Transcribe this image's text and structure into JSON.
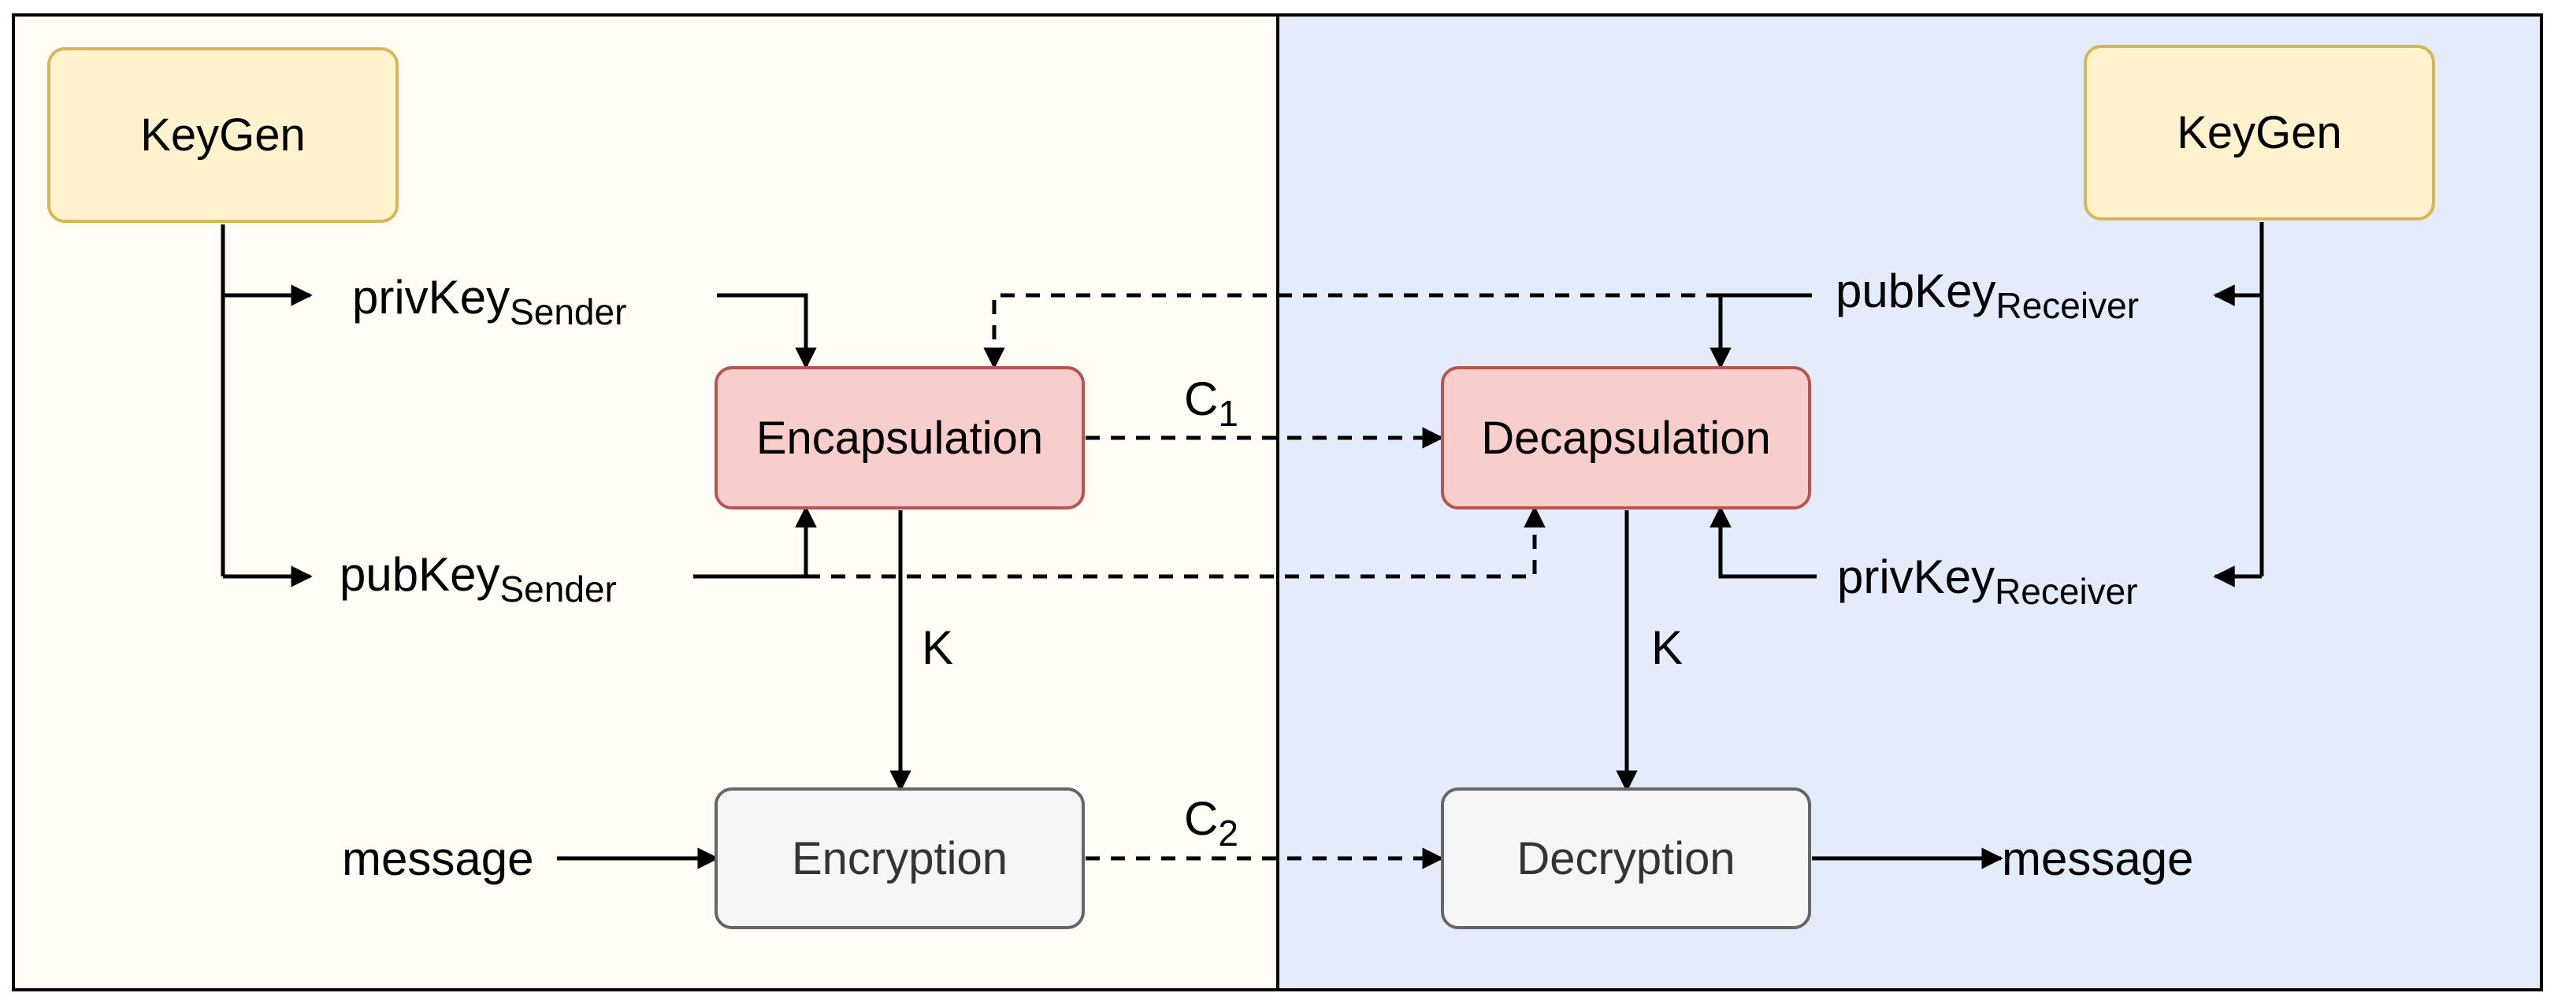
{
  "colors": {
    "sender_panel_bg": "#fffdf5",
    "receiver_panel_bg": "#e4ebfa",
    "keygen_fill": "#fff2cc",
    "keygen_border": "#d6b656",
    "kem_fill": "#f8cecc",
    "kem_border": "#b85450",
    "cipher_fill": "#f5f5f7",
    "cipher_border": "#666666"
  },
  "sender": {
    "keygen_label": "KeyGen",
    "priv_key": {
      "base": "privKey",
      "sub": "Sender"
    },
    "pub_key": {
      "base": "pubKey",
      "sub": "Sender"
    },
    "encapsulation_label": "Encapsulation",
    "encryption_label": "Encryption",
    "message_label": "message",
    "k_label": "K"
  },
  "receiver": {
    "keygen_label": "KeyGen",
    "pub_key": {
      "base": "pubKey",
      "sub": "Receiver"
    },
    "priv_key": {
      "base": "privKey",
      "sub": "Receiver"
    },
    "decapsulation_label": "Decapsulation",
    "decryption_label": "Decryption",
    "message_label": "message",
    "k_label": "K"
  },
  "channel": {
    "c1": {
      "base": "C",
      "sub": "1"
    },
    "c2": {
      "base": "C",
      "sub": "2"
    }
  }
}
